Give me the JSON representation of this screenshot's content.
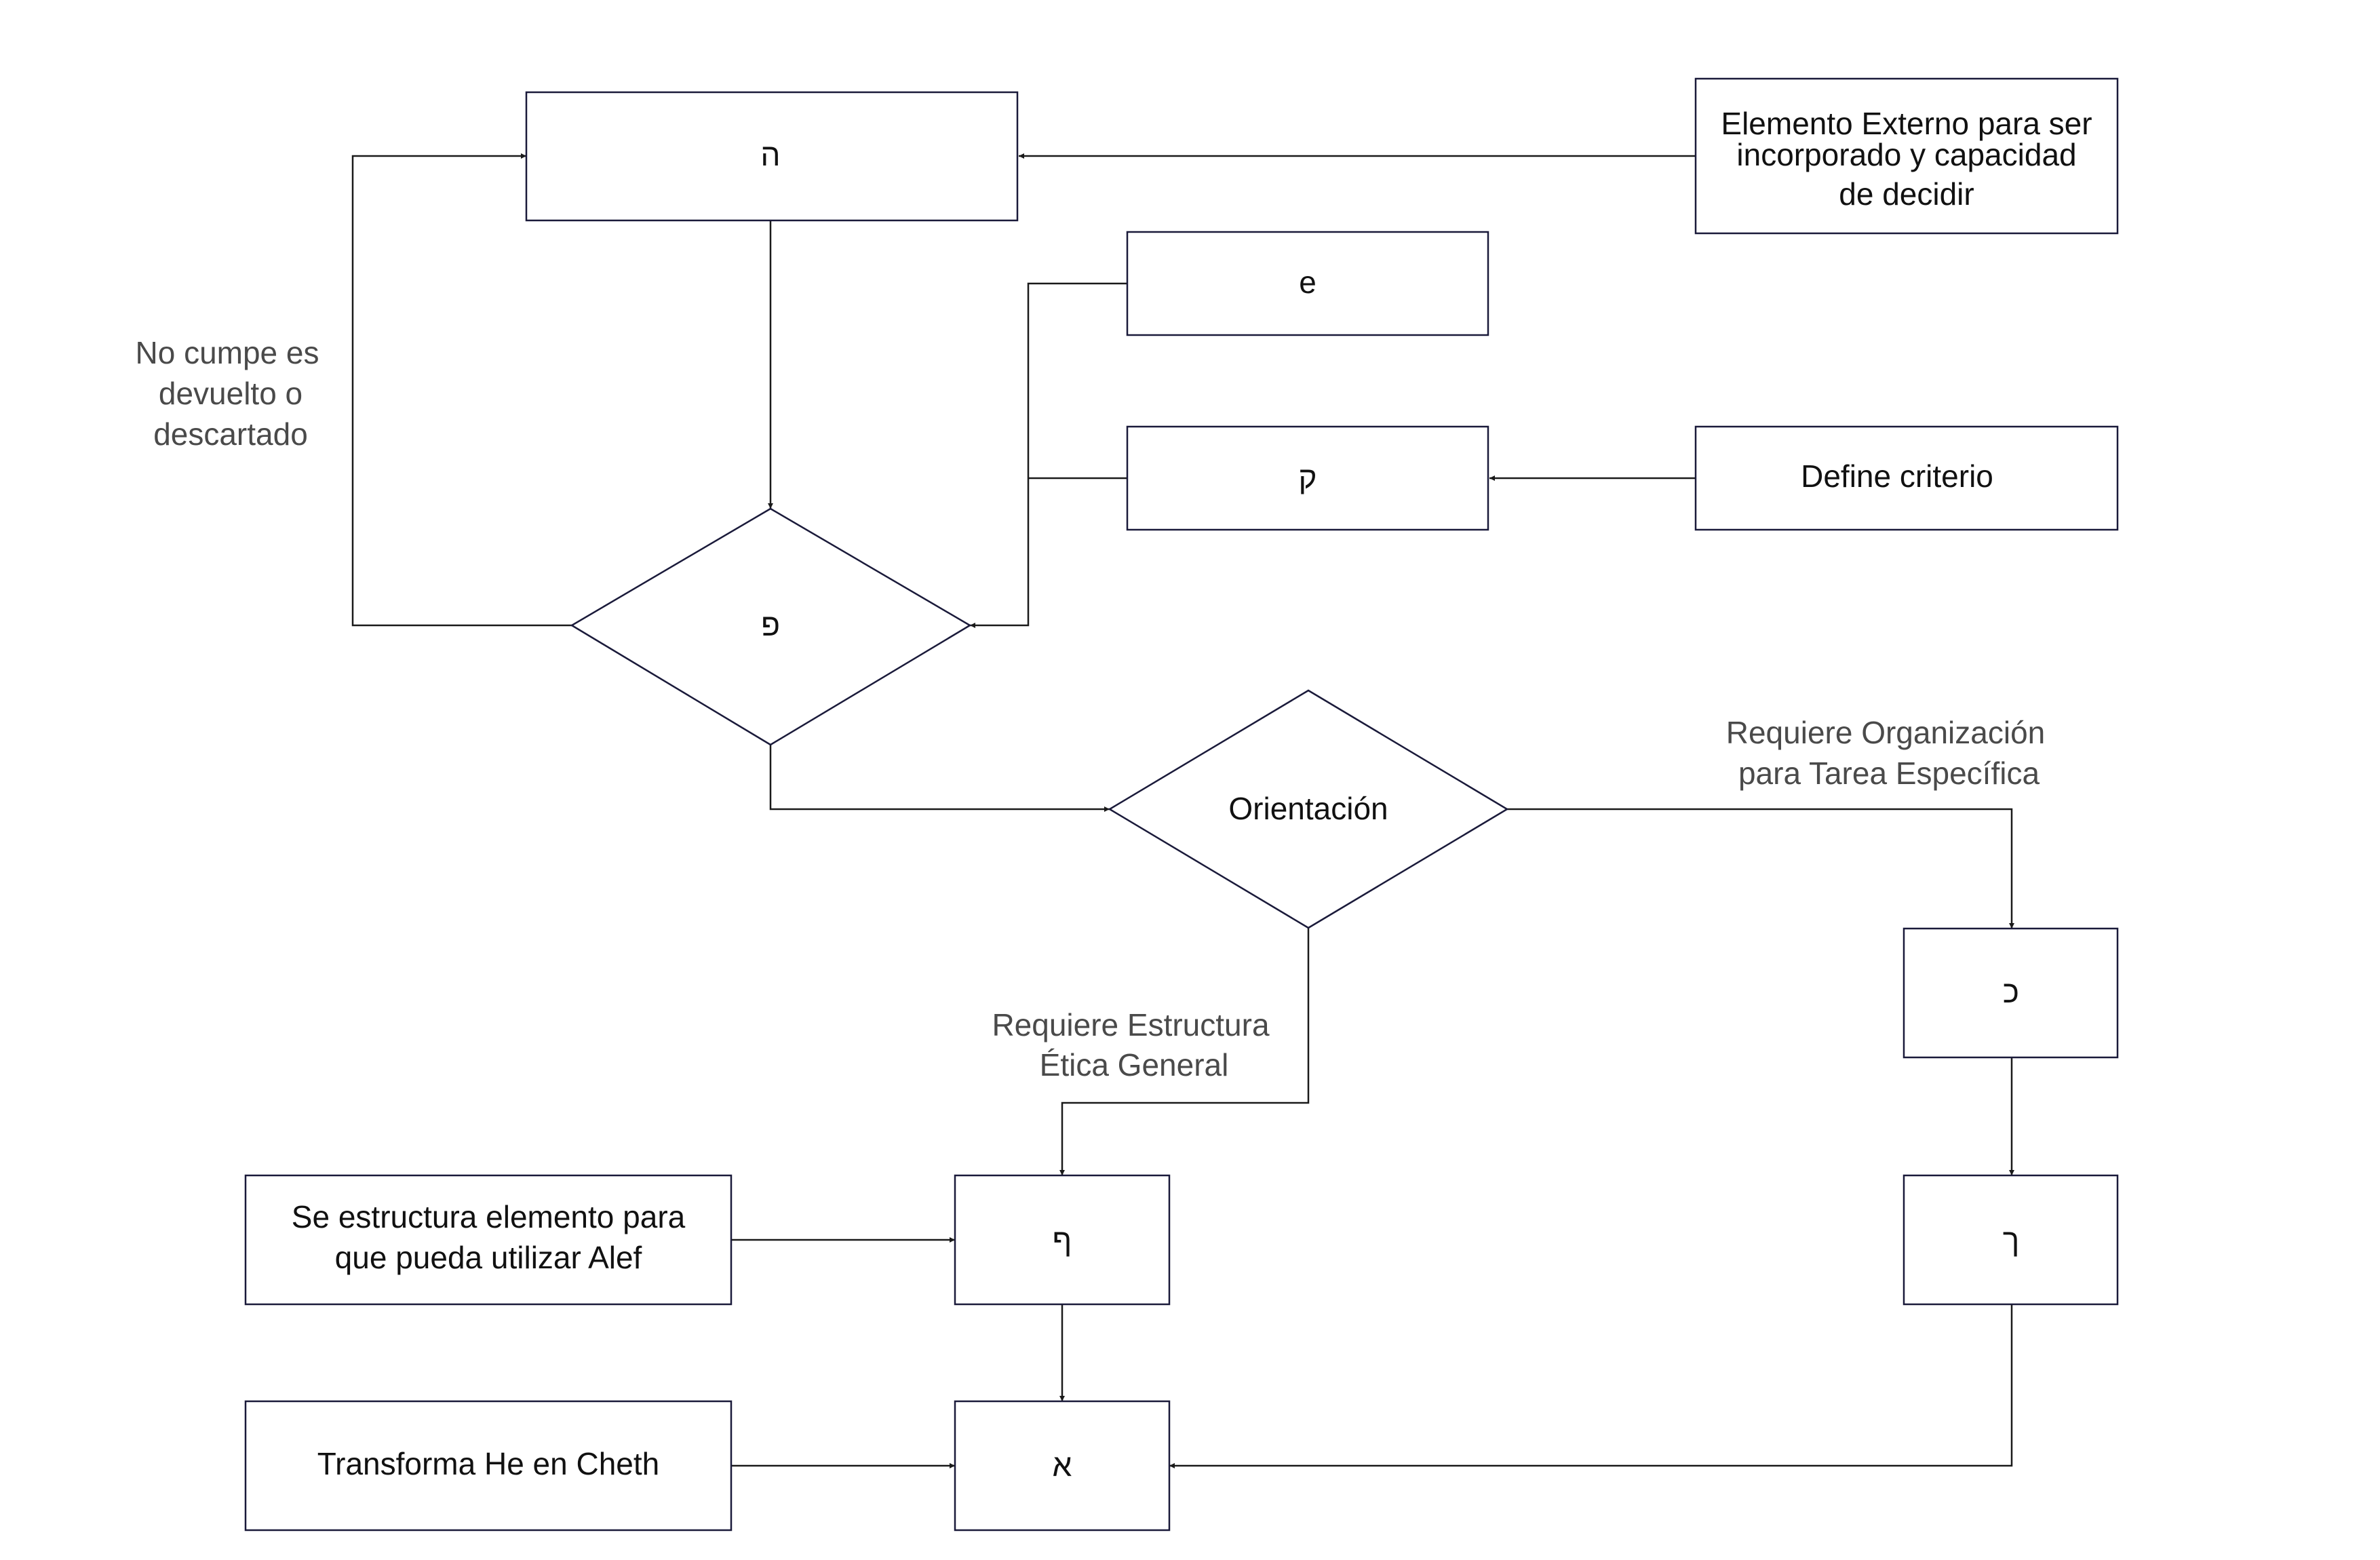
{
  "diagram": {
    "nodes": {
      "he": {
        "label": "ה"
      },
      "externo": {
        "lines": [
          "Elemento Externo para ser",
          "incorporado y capacidad",
          "de decidir"
        ]
      },
      "e": {
        "label": "e"
      },
      "qof": {
        "label": "ק"
      },
      "criterio": {
        "label": "Define criterio"
      },
      "pe": {
        "label": "פ"
      },
      "orientacion": {
        "label": "Orientación"
      },
      "kaf": {
        "label": "כ"
      },
      "final_pe": {
        "label": "ף"
      },
      "resh": {
        "label": "ך"
      },
      "estructura": {
        "lines": [
          "Se estructura elemento para",
          "que pueda utilizar Alef"
        ]
      },
      "transforma": {
        "label": "Transforma He en Cheth"
      },
      "alef": {
        "label": "א"
      }
    },
    "edge_labels": {
      "no_cumple": [
        "No cumpe es",
        "devuelto o",
        "descartado"
      ],
      "organizacion": [
        "Requiere Organización",
        "para Tarea Específica"
      ],
      "etica": [
        "Requiere Estructura",
        "Ética General"
      ]
    }
  }
}
